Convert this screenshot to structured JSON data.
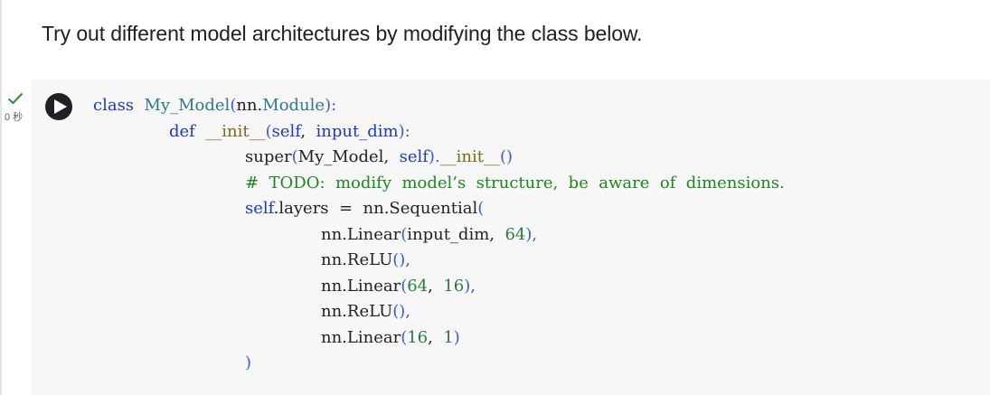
{
  "markdown": {
    "text": "Try out different model architectures by modifying the class below."
  },
  "cell": {
    "exec_time": "0 秒",
    "colors": {
      "check": "#2e8b3a",
      "run_button": "#202124",
      "cell_bg": "#f7f7f7"
    },
    "icons": {
      "status": "check-icon",
      "run": "play-icon"
    },
    "code_lines": [
      {
        "indent": 0,
        "tokens": [
          {
            "t": "class",
            "c": "kw"
          },
          {
            "t": "  ",
            "c": "tx"
          },
          {
            "t": "My_Model",
            "c": "cls"
          },
          {
            "t": "(",
            "c": "pn"
          },
          {
            "t": "nn.",
            "c": "tx"
          },
          {
            "t": "Module",
            "c": "cls"
          },
          {
            "t": "):",
            "c": "pn"
          }
        ]
      },
      {
        "indent": 1,
        "tokens": [
          {
            "t": "def",
            "c": "kw"
          },
          {
            "t": "  ",
            "c": "tx"
          },
          {
            "t": "__init__",
            "c": "dunder"
          },
          {
            "t": "(",
            "c": "pn"
          },
          {
            "t": "self",
            "c": "param"
          },
          {
            "t": ",  ",
            "c": "tx"
          },
          {
            "t": "input_dim",
            "c": "param"
          },
          {
            "t": "):",
            "c": "pn"
          }
        ]
      },
      {
        "indent": 2,
        "tokens": [
          {
            "t": "super",
            "c": "tx"
          },
          {
            "t": "(",
            "c": "pn"
          },
          {
            "t": "My_Model,  ",
            "c": "tx"
          },
          {
            "t": "self",
            "c": "param"
          },
          {
            "t": ").",
            "c": "pn"
          },
          {
            "t": "__init__",
            "c": "dunder"
          },
          {
            "t": "()",
            "c": "pn"
          }
        ]
      },
      {
        "indent": 2,
        "tokens": [
          {
            "t": "#  TODO:  modify  model’s  structure,  be  aware  of  dimensions.",
            "c": "cm"
          }
        ]
      },
      {
        "indent": 2,
        "tokens": [
          {
            "t": "self",
            "c": "param"
          },
          {
            "t": ".layers  =  nn.Sequential",
            "c": "tx"
          },
          {
            "t": "(",
            "c": "pn"
          }
        ]
      },
      {
        "indent": 3,
        "tokens": [
          {
            "t": "nn.Linear",
            "c": "tx"
          },
          {
            "t": "(",
            "c": "pn"
          },
          {
            "t": "input_dim,  ",
            "c": "tx"
          },
          {
            "t": "64",
            "c": "num"
          },
          {
            "t": "),",
            "c": "pn"
          }
        ]
      },
      {
        "indent": 3,
        "tokens": [
          {
            "t": "nn.ReLU",
            "c": "tx"
          },
          {
            "t": "(),",
            "c": "pn"
          }
        ]
      },
      {
        "indent": 3,
        "tokens": [
          {
            "t": "nn.Linear",
            "c": "tx"
          },
          {
            "t": "(",
            "c": "pn"
          },
          {
            "t": "64",
            "c": "num"
          },
          {
            "t": ",  ",
            "c": "tx"
          },
          {
            "t": "16",
            "c": "num"
          },
          {
            "t": "),",
            "c": "pn"
          }
        ]
      },
      {
        "indent": 3,
        "tokens": [
          {
            "t": "nn.ReLU",
            "c": "tx"
          },
          {
            "t": "(),",
            "c": "pn"
          }
        ]
      },
      {
        "indent": 3,
        "tokens": [
          {
            "t": "nn.Linear",
            "c": "tx"
          },
          {
            "t": "(",
            "c": "pn"
          },
          {
            "t": "16",
            "c": "num"
          },
          {
            "t": ",  ",
            "c": "tx"
          },
          {
            "t": "1",
            "c": "num"
          },
          {
            "t": ")",
            "c": "pn"
          }
        ]
      },
      {
        "indent": 2,
        "tokens": [
          {
            "t": ")",
            "c": "pn"
          }
        ]
      }
    ]
  }
}
